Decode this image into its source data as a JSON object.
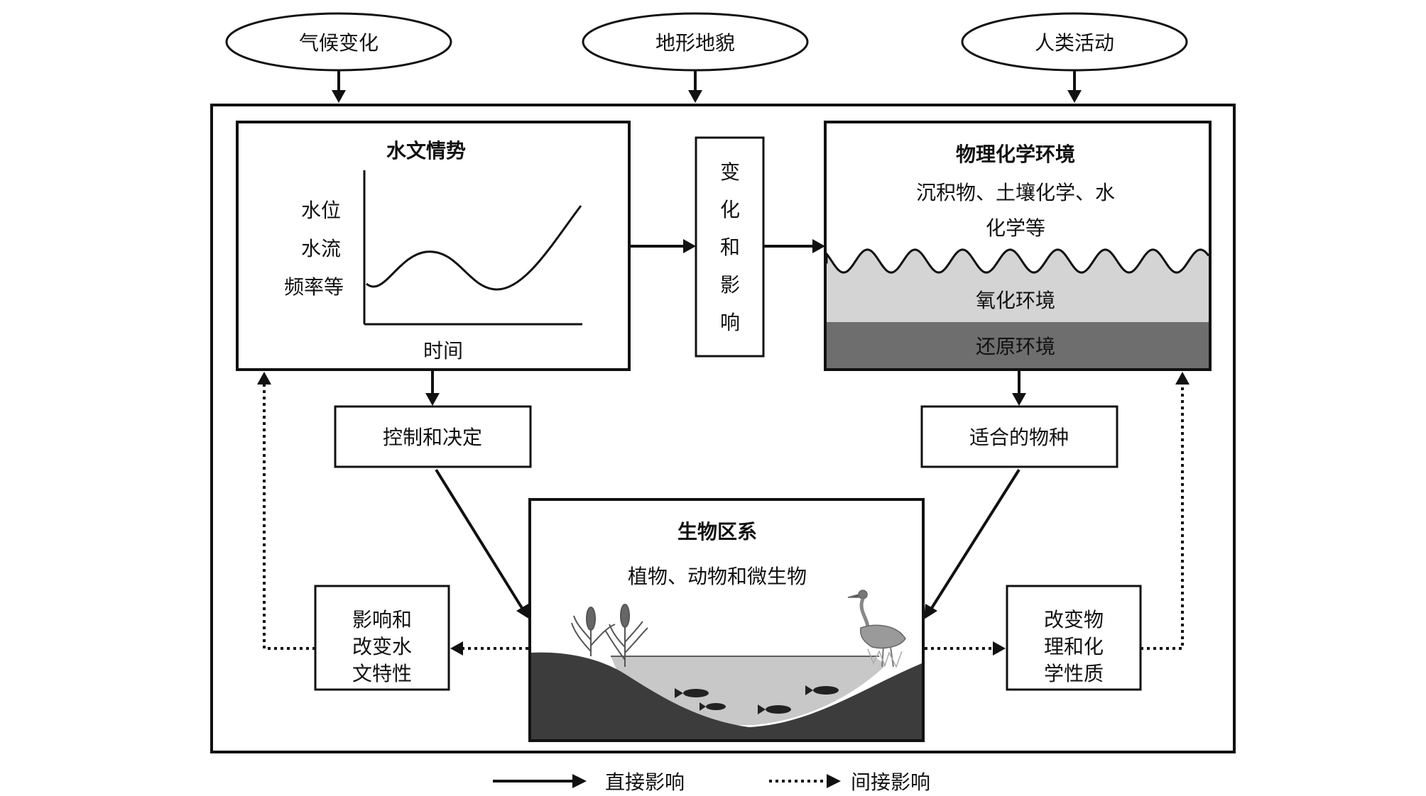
{
  "drivers": [
    "气候变化",
    "地形地貌",
    "人类活动"
  ],
  "hydro": {
    "title": "水文情势",
    "ylabels": [
      "水位",
      "水流",
      "频率等"
    ],
    "xlabel": "时间"
  },
  "change": [
    "变",
    "化",
    "和",
    "影",
    "响"
  ],
  "physchem": {
    "title": "物理化学环境",
    "desc": [
      "沉积物、土壤化学、水",
      "化学等"
    ],
    "oxidized": "氧化环境",
    "reduced": "还原环境"
  },
  "control": "控制和决定",
  "suited": "适合的物种",
  "biota": {
    "title": "生物区系",
    "desc": "植物、动物和微生物"
  },
  "affect_hydro": [
    "影响和",
    "改变水",
    "文特性"
  ],
  "alter_chem": [
    "改变物",
    "理和化",
    "学性质"
  ],
  "legend": {
    "direct": "直接影响",
    "indirect": "间接影响"
  },
  "colors": {
    "oxidized_fill": "#d4d4d4",
    "reduced_fill": "#6e6e6e",
    "soil_fill": "#3c3c3c",
    "water_fill": "#c8c8c8"
  }
}
